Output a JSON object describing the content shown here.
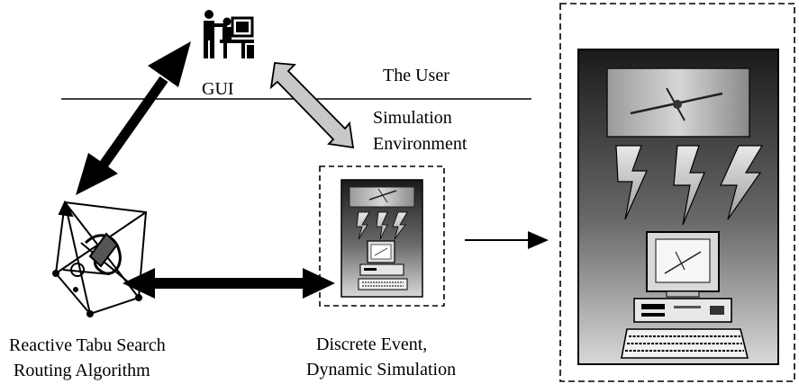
{
  "labels": {
    "gui": "GUI",
    "the_user": "The User",
    "simulation_env_line1": "Simulation",
    "simulation_env_line2": "Environment",
    "reactive_tabu_line1": "Reactive Tabu Search",
    "reactive_tabu_line2": "Routing Algorithm",
    "discrete_event_line1": "Discrete Event,",
    "discrete_event_line2": "Dynamic Simulation"
  },
  "icons": {
    "user": "user-at-workstation-icon",
    "routing": "routing-graph-icon",
    "simulation_small": "simulation-computer-icon",
    "simulation_large": "simulation-computer-enlarged-icon"
  }
}
